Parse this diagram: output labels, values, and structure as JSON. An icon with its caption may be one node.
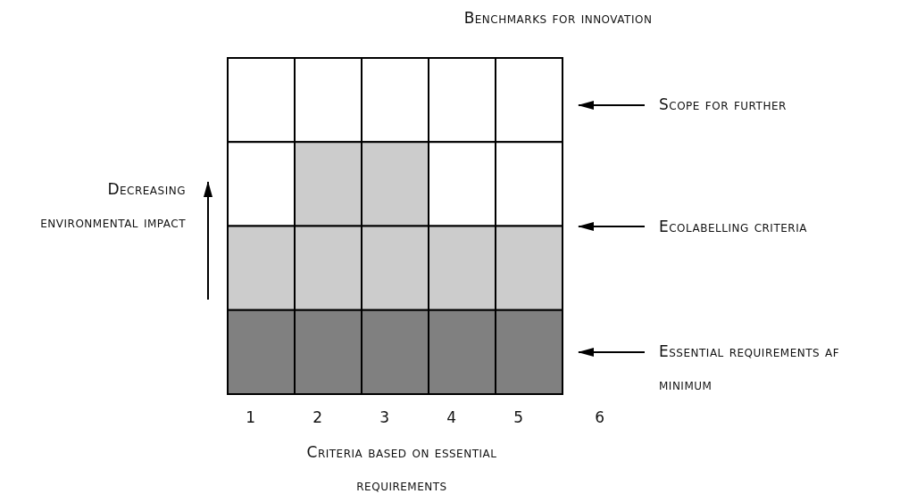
{
  "diagram": {
    "title": "Benchmarks for innovation",
    "nodes": [
      {
        "text": [
          "Scope for further"
        ]
      },
      {
        "text": [
          "Ecolabelling criteria"
        ]
      },
      {
        "text": [
          "Essential requirements af minimum"
        ]
      }
    ],
    "edges": [
      {
        "from": 0,
        "to": null,
        "arrow": "to"
      },
      {
        "from": 1,
        "to": null,
        "arrow": "to"
      },
      {
        "from": 2,
        "to": null,
        "arrow": "to"
      }
    ],
    "labels": [
      "Decreasing environmental impact",
      "1",
      "2",
      "3",
      "4",
      "5",
      "6",
      "Criteria based on essential requirements"
    ]
  }
}
